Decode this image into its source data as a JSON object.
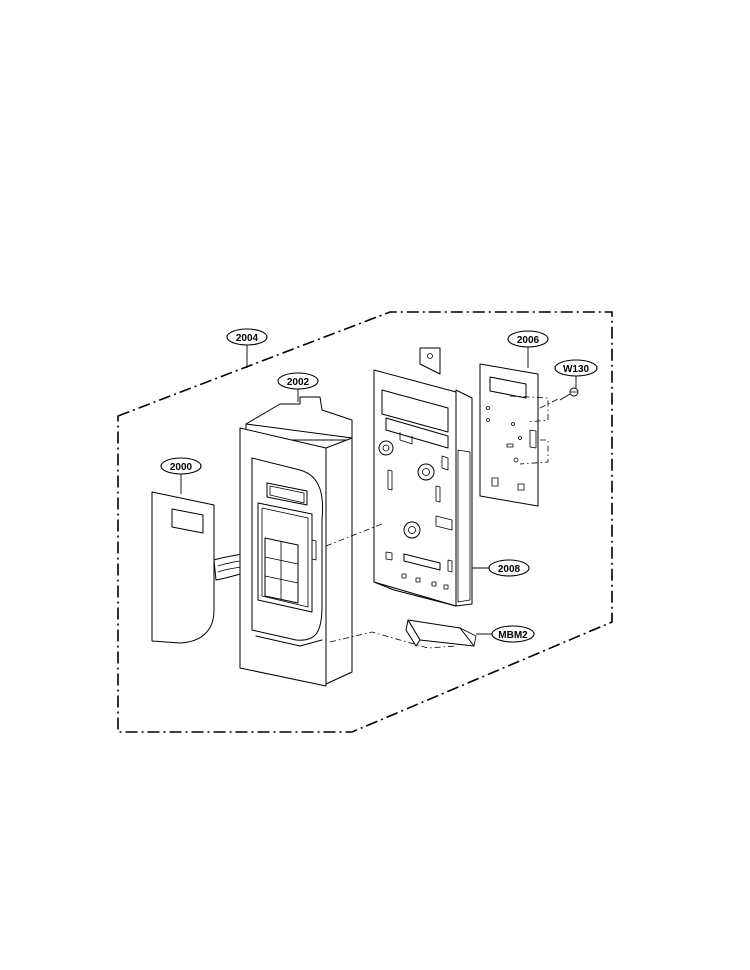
{
  "parts": [
    {
      "id": "2004"
    },
    {
      "id": "2002"
    },
    {
      "id": "2000"
    },
    {
      "id": "2006"
    },
    {
      "id": "W130"
    },
    {
      "id": "2008"
    },
    {
      "id": "MBM2"
    }
  ]
}
